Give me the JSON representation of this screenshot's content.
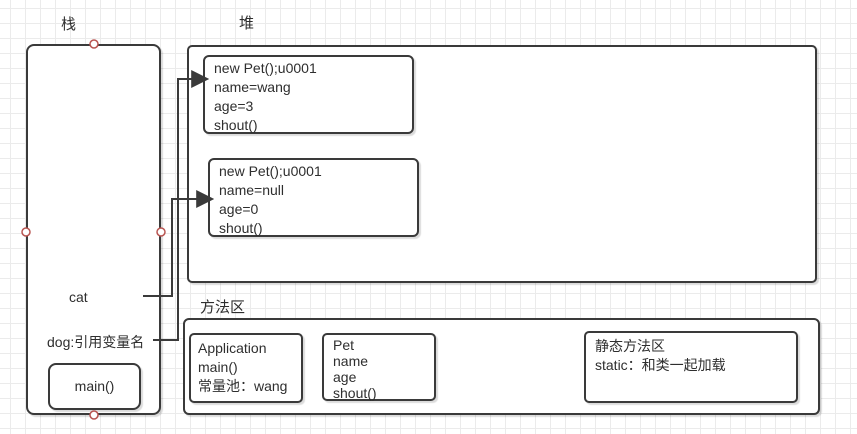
{
  "labels": {
    "stack": "栈",
    "heap": "堆",
    "method_area": "方法区"
  },
  "stack": {
    "cat_reference": "cat",
    "dog_reference": "dog:引用变量名",
    "main_frame": "main()"
  },
  "heap": {
    "object1": {
      "lines": [
        "new Pet();u0001",
        "name=wang",
        "age=3",
        "shout()"
      ]
    },
    "object2": {
      "lines": [
        "new Pet();u0001",
        "name=null",
        "age=0",
        "shout()"
      ]
    }
  },
  "method_area": {
    "application_box": {
      "lines": [
        "Application",
        "main()",
        "常量池：wang"
      ]
    },
    "pet_class_box": {
      "lines": [
        "Pet",
        "name",
        "age",
        "shout()"
      ]
    },
    "static_box": {
      "lines": [
        "静态方法区",
        "static：和类一起加载"
      ]
    }
  },
  "colors": {
    "shape_border": "#3a3a3a",
    "text": "#2e2e2e",
    "grid_line": "#ebebeb",
    "connection_point": "#b85450",
    "arrow": "#3a3a3a",
    "background": "#ffffff"
  }
}
